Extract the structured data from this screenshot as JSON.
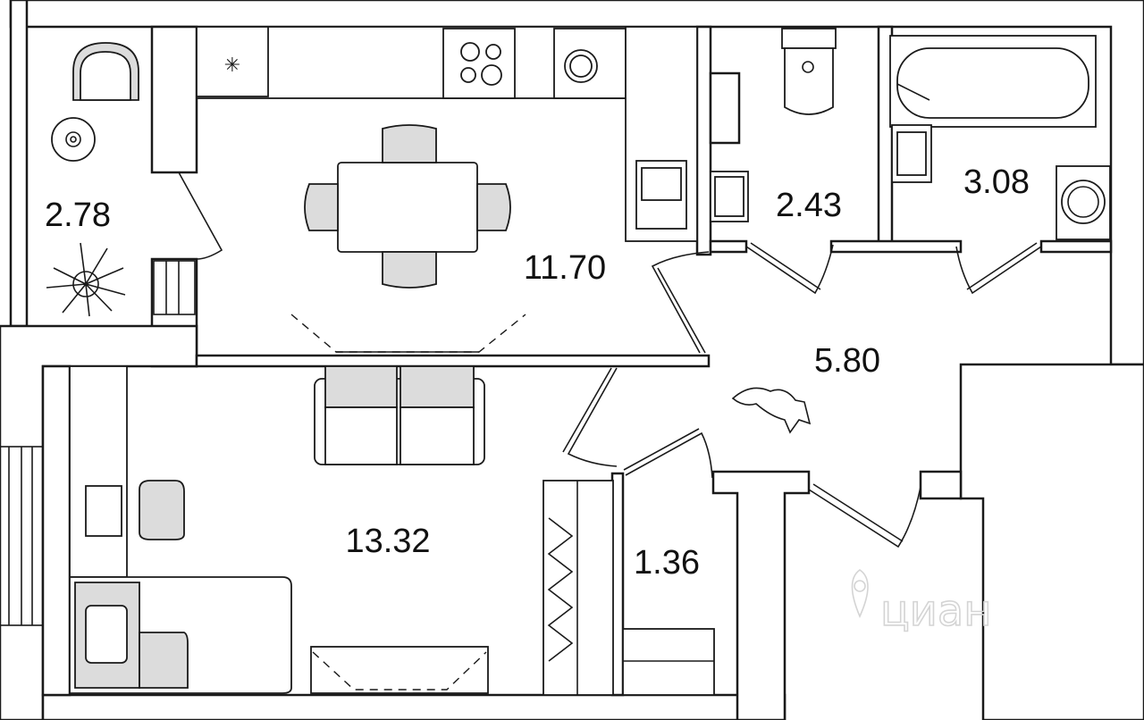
{
  "rooms": [
    {
      "id": "balcony",
      "area": "2.78"
    },
    {
      "id": "kitchen",
      "area": "11.70"
    },
    {
      "id": "toilet",
      "area": "2.43"
    },
    {
      "id": "bathroom",
      "area": "3.08"
    },
    {
      "id": "hallway",
      "area": "5.80"
    },
    {
      "id": "living-room",
      "area": "13.32"
    },
    {
      "id": "storage",
      "area": "1.36"
    }
  ],
  "watermark": {
    "text": "циан"
  },
  "colors": {
    "wall": "#1a1a1a",
    "furniture_fill": "#dcdcdc",
    "background": "#ffffff"
  }
}
